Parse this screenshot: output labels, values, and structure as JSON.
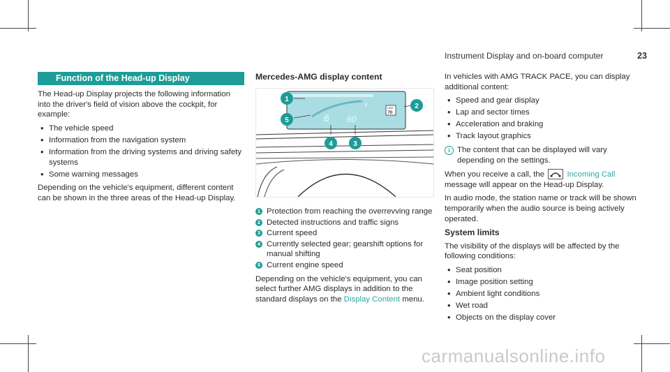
{
  "header": {
    "running_title": "Instrument Display and on-board computer",
    "page_number": "23"
  },
  "left": {
    "section_title": "Function of the Head-up Display",
    "intro": "The Head-up Display projects the following information into the driver's field of vision above the cockpit, for example:",
    "bullets": [
      "The vehicle speed",
      "Information from the navigation system",
      "Information from the driving systems and driving safety systems",
      "Some warning messages"
    ],
    "outro": "Depending on the vehicle's equipment, different content can be shown in the three areas of the Head-up Display."
  },
  "middle": {
    "heading": "Mercedes-AMG display content",
    "figure": {
      "speed_digit": "6",
      "speed_value": "60",
      "limit_label": "LIMIT",
      "limit_value": "70",
      "gear_label": "8",
      "callouts": [
        "1",
        "2",
        "3",
        "4",
        "5"
      ]
    },
    "legend": [
      {
        "num": "1",
        "text": "Protection from reaching the overrevving range"
      },
      {
        "num": "2",
        "text": "Detected instructions and traffic signs"
      },
      {
        "num": "3",
        "text": "Current speed"
      },
      {
        "num": "4",
        "text": "Currently selected gear; gearshift options for manual shifting"
      },
      {
        "num": "5",
        "text": "Current engine speed"
      }
    ],
    "para_before_link": "Depending on the vehicle's equipment, you can select further AMG displays in addition to the standard displays on the",
    "link": "Display Content",
    "para_after_link": "menu."
  },
  "right": {
    "intro": "In vehicles with AMG TRACK PACE, you can display additional content:",
    "bullets": [
      "Speed and gear display",
      "Lap and sector times",
      "Acceleration and braking",
      "Track layout graphics"
    ],
    "note": "The content that can be displayed will vary depending on the settings.",
    "call_before": "When you receive a call, the",
    "call_link": "Incoming Call",
    "call_after": "message will appear on the Head-up Display.",
    "audio": "In audio mode, the station name or track will be shown temporarily when the audio source is being actively operated.",
    "limits_heading": "System limits",
    "limits_intro": "The visibility of the displays will be affected by the following conditions:",
    "limits": [
      "Seat position",
      "Image position setting",
      "Ambient light conditions",
      "Wet road",
      "Objects on the display cover"
    ]
  },
  "colors": {
    "accent": "#1e9c97",
    "link": "#2aa8a2",
    "hud": "#a9dde3"
  },
  "icons": {
    "note": "info-icon",
    "phone": "phone-handset-icon"
  },
  "watermark": "carmanualsonline.info"
}
